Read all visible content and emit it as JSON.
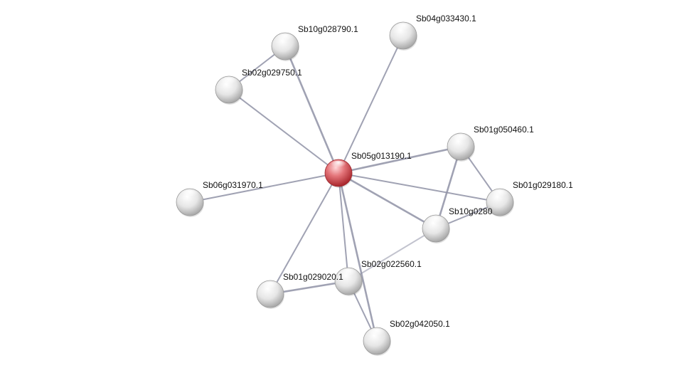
{
  "network": {
    "query_node": "Sb05g013190.1",
    "nodes": [
      {
        "id": "Sb05g013190.1",
        "label": "Sb05g013190.1",
        "query": true
      },
      {
        "id": "Sb10g028790.1",
        "label": "Sb10g028790.1",
        "query": false
      },
      {
        "id": "Sb04g033430.1",
        "label": "Sb04g033430.1",
        "query": false
      },
      {
        "id": "Sb02g029750.1",
        "label": "Sb02g029750.1",
        "query": false
      },
      {
        "id": "Sb01g050460.1",
        "label": "Sb01g050460.1",
        "query": false
      },
      {
        "id": "Sb06g031970.1",
        "label": "Sb06g031970.1",
        "query": false
      },
      {
        "id": "Sb01g029180.1",
        "label": "Sb01g029180.1",
        "query": false
      },
      {
        "id": "Sb10g0280",
        "label": "Sb10g0280",
        "query": false
      },
      {
        "id": "Sb02g022560.1",
        "label": "Sb02g022560.1",
        "query": false
      },
      {
        "id": "Sb01g029020.1",
        "label": "Sb01g029020.1",
        "query": false
      },
      {
        "id": "Sb02g042050.1",
        "label": "Sb02g042050.1",
        "query": false
      }
    ],
    "edges": [
      {
        "source": "Sb05g013190.1",
        "target": "Sb10g028790.1"
      },
      {
        "source": "Sb05g013190.1",
        "target": "Sb04g033430.1"
      },
      {
        "source": "Sb05g013190.1",
        "target": "Sb02g029750.1"
      },
      {
        "source": "Sb05g013190.1",
        "target": "Sb01g050460.1"
      },
      {
        "source": "Sb05g013190.1",
        "target": "Sb06g031970.1"
      },
      {
        "source": "Sb05g013190.1",
        "target": "Sb01g029180.1"
      },
      {
        "source": "Sb05g013190.1",
        "target": "Sb10g0280"
      },
      {
        "source": "Sb05g013190.1",
        "target": "Sb02g022560.1"
      },
      {
        "source": "Sb05g013190.1",
        "target": "Sb01g029020.1"
      },
      {
        "source": "Sb05g013190.1",
        "target": "Sb02g042050.1"
      },
      {
        "source": "Sb10g028790.1",
        "target": "Sb02g029750.1"
      },
      {
        "source": "Sb01g050460.1",
        "target": "Sb01g029180.1"
      },
      {
        "source": "Sb01g050460.1",
        "target": "Sb10g0280"
      },
      {
        "source": "Sb10g0280",
        "target": "Sb01g029180.1"
      },
      {
        "source": "Sb10g0280",
        "target": "Sb02g022560.1"
      },
      {
        "source": "Sb02g022560.1",
        "target": "Sb01g029020.1"
      },
      {
        "source": "Sb02g022560.1",
        "target": "Sb02g042050.1"
      }
    ],
    "colors": {
      "query_node": "#d9565c",
      "node": "#dcdcdc",
      "edge": "#8f92a6"
    }
  }
}
